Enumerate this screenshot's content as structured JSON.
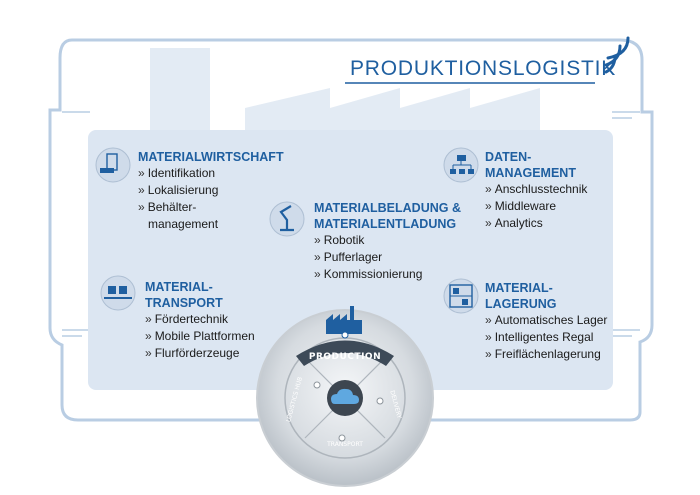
{
  "header": {
    "title": "PRODUKTIONSLOGISTIK"
  },
  "sections": {
    "materialwirtschaft": {
      "title_lines": [
        "MATERIALWIRTSCHAFT"
      ],
      "items": [
        "Identifikation",
        "Lokalisierung",
        "Behälter-",
        "management"
      ],
      "icon": "warehouse-forklift-icon"
    },
    "datenmanagement": {
      "title_lines": [
        "DATEN-",
        "MANAGEMENT"
      ],
      "items": [
        "Anschlusstechnik",
        "Middleware",
        "Analytics"
      ],
      "icon": "network-tree-icon"
    },
    "materialbeladung": {
      "title_lines": [
        "MATERIALBELADUNG &",
        "MATERIALENTLADUNG"
      ],
      "items": [
        "Robotik",
        "Pufferlager",
        "Kommissionierung"
      ],
      "icon": "robot-arm-icon"
    },
    "materialtransport": {
      "title_lines": [
        "MATERIAL-",
        "TRANSPORT"
      ],
      "items": [
        "Fördertechnik",
        "Mobile Plattformen",
        "Flurförderzeuge"
      ],
      "icon": "conveyor-icon"
    },
    "materiallagerung": {
      "title_lines": [
        "MATERIAL-",
        "LAGERUNG"
      ],
      "items": [
        "Automatisches Lager",
        "Intelligentes Regal",
        "Freiflächenlagerung"
      ],
      "icon": "shelf-rack-icon"
    }
  },
  "hub": {
    "production_label": "PRODUCTION",
    "logistics_label": "LOGISTICS HUB",
    "transport_label": "TRANSPORT",
    "delivery_label": "DELIVERY"
  },
  "bullet_glyph": "»",
  "colors": {
    "accent": "#1f5fa0",
    "panel": "#dce6f2",
    "frame": "#b9cde3",
    "text": "#1a1a1a"
  }
}
